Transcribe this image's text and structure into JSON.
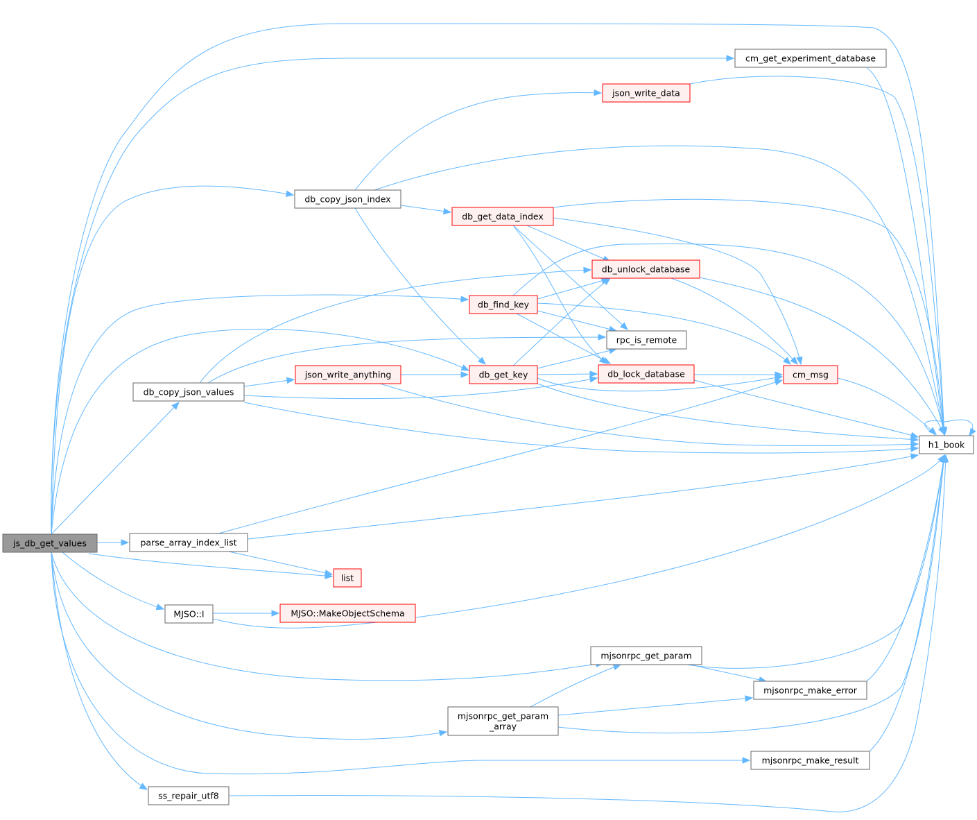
{
  "diagram": {
    "edge_color": "#63b8ff",
    "node_border_color": "#666666",
    "highlight_border_color": "#ff0000",
    "root_fill_color": "#999999",
    "nodes": [
      {
        "id": "js_db_get_values",
        "label": "js_db_get_values",
        "style": "root"
      },
      {
        "id": "h1_book",
        "label": "h1_book",
        "style": "normal"
      },
      {
        "id": "cm_get_experiment_database",
        "label": "cm_get_experiment_database",
        "style": "normal"
      },
      {
        "id": "json_write_data",
        "label": "json_write_data",
        "style": "red"
      },
      {
        "id": "db_copy_json_index",
        "label": "db_copy_json_index",
        "style": "normal"
      },
      {
        "id": "db_get_data_index",
        "label": "db_get_data_index",
        "style": "red"
      },
      {
        "id": "db_unlock_database",
        "label": "db_unlock_database",
        "style": "red"
      },
      {
        "id": "db_find_key",
        "label": "db_find_key",
        "style": "red"
      },
      {
        "id": "rpc_is_remote",
        "label": "rpc_is_remote",
        "style": "normal"
      },
      {
        "id": "db_copy_json_values",
        "label": "db_copy_json_values",
        "style": "normal"
      },
      {
        "id": "json_write_anything",
        "label": "json_write_anything",
        "style": "red"
      },
      {
        "id": "db_get_key",
        "label": "db_get_key",
        "style": "red"
      },
      {
        "id": "db_lock_database",
        "label": "db_lock_database",
        "style": "red"
      },
      {
        "id": "cm_msg",
        "label": "cm_msg",
        "style": "red"
      },
      {
        "id": "parse_array_index_list",
        "label": "parse_array_index_list",
        "style": "normal"
      },
      {
        "id": "list",
        "label": "list",
        "style": "red"
      },
      {
        "id": "MJSO_I",
        "label": "MJSO::I",
        "style": "normal"
      },
      {
        "id": "MJSO_MakeObjectSchema",
        "label": "MJSO::MakeObjectSchema",
        "style": "red"
      },
      {
        "id": "mjsonrpc_get_param",
        "label": "mjsonrpc_get_param",
        "style": "normal"
      },
      {
        "id": "mjsonrpc_make_error",
        "label": "mjsonrpc_make_error",
        "style": "normal"
      },
      {
        "id": "mjsonrpc_get_param_array",
        "label": "mjsonrpc_get_param\n_array",
        "style": "normal"
      },
      {
        "id": "mjsonrpc_make_result",
        "label": "mjsonrpc_make_result",
        "style": "normal"
      },
      {
        "id": "ss_repair_utf8",
        "label": "ss_repair_utf8",
        "style": "normal"
      }
    ],
    "edges": [
      [
        "js_db_get_values",
        "h1_book"
      ],
      [
        "js_db_get_values",
        "cm_get_experiment_database"
      ],
      [
        "js_db_get_values",
        "db_copy_json_index"
      ],
      [
        "js_db_get_values",
        "db_find_key"
      ],
      [
        "js_db_get_values",
        "db_get_key"
      ],
      [
        "js_db_get_values",
        "db_copy_json_values"
      ],
      [
        "js_db_get_values",
        "parse_array_index_list"
      ],
      [
        "js_db_get_values",
        "list"
      ],
      [
        "js_db_get_values",
        "MJSO_I"
      ],
      [
        "js_db_get_values",
        "mjsonrpc_get_param"
      ],
      [
        "js_db_get_values",
        "mjsonrpc_get_param_array"
      ],
      [
        "js_db_get_values",
        "mjsonrpc_make_result"
      ],
      [
        "js_db_get_values",
        "ss_repair_utf8"
      ],
      [
        "cm_get_experiment_database",
        "h1_book"
      ],
      [
        "json_write_data",
        "h1_book"
      ],
      [
        "db_copy_json_index",
        "json_write_data"
      ],
      [
        "db_copy_json_index",
        "h1_book"
      ],
      [
        "db_copy_json_index",
        "db_get_data_index"
      ],
      [
        "db_copy_json_index",
        "db_get_key"
      ],
      [
        "db_get_data_index",
        "h1_book"
      ],
      [
        "db_get_data_index",
        "cm_msg"
      ],
      [
        "db_get_data_index",
        "db_unlock_database"
      ],
      [
        "db_get_data_index",
        "rpc_is_remote"
      ],
      [
        "db_get_data_index",
        "db_lock_database"
      ],
      [
        "db_find_key",
        "h1_book"
      ],
      [
        "db_find_key",
        "db_unlock_database"
      ],
      [
        "db_find_key",
        "cm_msg"
      ],
      [
        "db_find_key",
        "rpc_is_remote"
      ],
      [
        "db_find_key",
        "db_lock_database"
      ],
      [
        "db_unlock_database",
        "h1_book"
      ],
      [
        "db_unlock_database",
        "cm_msg"
      ],
      [
        "db_copy_json_values",
        "db_unlock_database"
      ],
      [
        "db_copy_json_values",
        "rpc_is_remote"
      ],
      [
        "db_copy_json_values",
        "json_write_anything"
      ],
      [
        "db_copy_json_values",
        "db_lock_database"
      ],
      [
        "db_copy_json_values",
        "h1_book"
      ],
      [
        "json_write_anything",
        "db_get_key"
      ],
      [
        "json_write_anything",
        "h1_book"
      ],
      [
        "db_get_key",
        "db_unlock_database"
      ],
      [
        "db_get_key",
        "rpc_is_remote"
      ],
      [
        "db_get_key",
        "db_lock_database"
      ],
      [
        "db_get_key",
        "cm_msg"
      ],
      [
        "db_get_key",
        "h1_book"
      ],
      [
        "db_lock_database",
        "cm_msg"
      ],
      [
        "db_lock_database",
        "h1_book"
      ],
      [
        "cm_msg",
        "h1_book"
      ],
      [
        "h1_book",
        "h1_book"
      ],
      [
        "parse_array_index_list",
        "cm_msg"
      ],
      [
        "parse_array_index_list",
        "h1_book"
      ],
      [
        "parse_array_index_list",
        "list"
      ],
      [
        "MJSO_I",
        "MJSO_MakeObjectSchema"
      ],
      [
        "MJSO_I",
        "h1_book"
      ],
      [
        "mjsonrpc_get_param",
        "h1_book"
      ],
      [
        "mjsonrpc_get_param",
        "mjsonrpc_make_error"
      ],
      [
        "mjsonrpc_make_error",
        "h1_book"
      ],
      [
        "mjsonrpc_get_param_array",
        "mjsonrpc_get_param"
      ],
      [
        "mjsonrpc_get_param_array",
        "mjsonrpc_make_error"
      ],
      [
        "mjsonrpc_get_param_array",
        "h1_book"
      ],
      [
        "mjsonrpc_make_result",
        "h1_book"
      ],
      [
        "ss_repair_utf8",
        "h1_book"
      ]
    ]
  }
}
